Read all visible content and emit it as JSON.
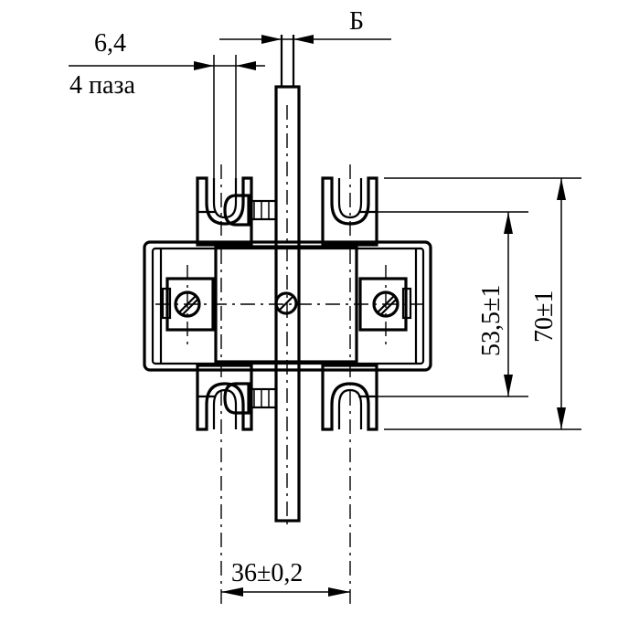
{
  "dimensions": {
    "slot_width": "6,4",
    "slot_count": "4 паза",
    "section_label": "Б",
    "inner_height": "53,5±1",
    "outer_height": "70±1",
    "base_width": "36±0,2"
  }
}
